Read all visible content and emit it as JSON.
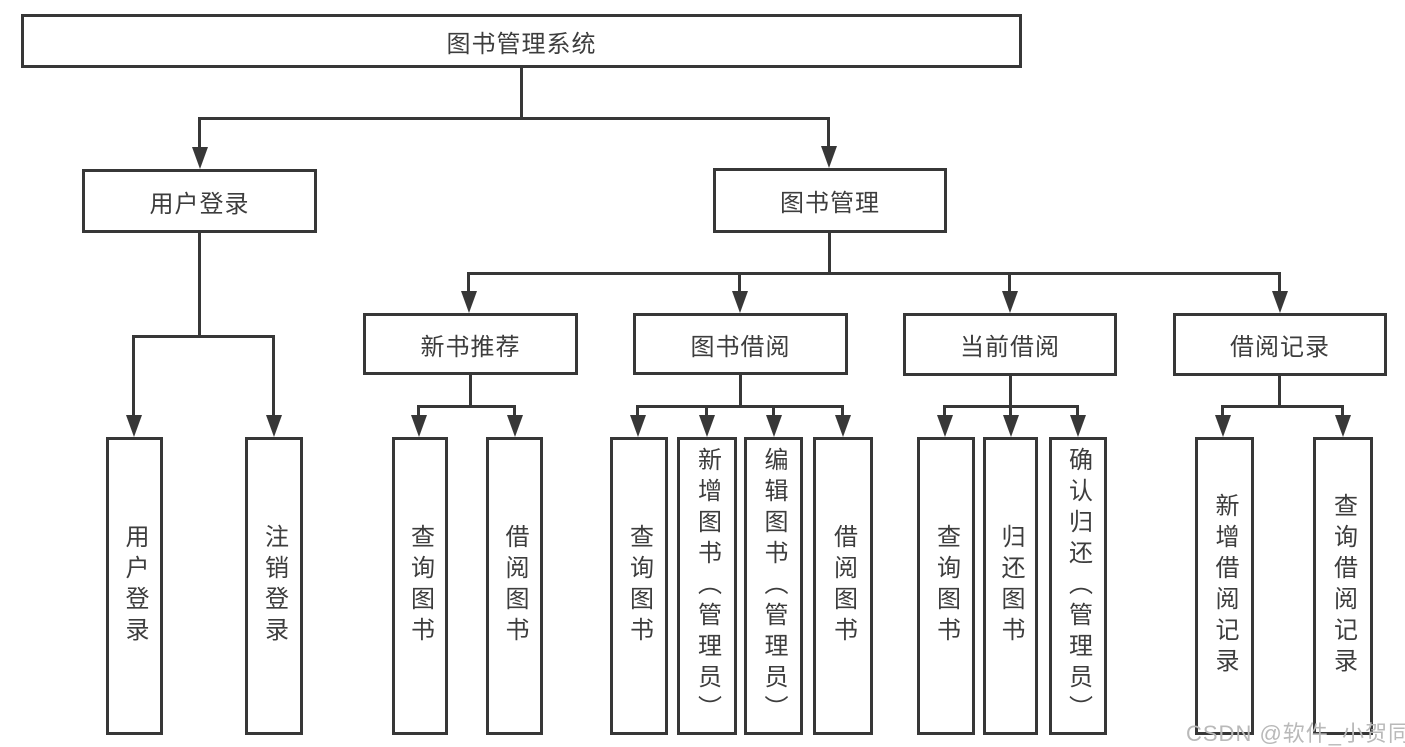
{
  "nodes": {
    "root": "图书管理系统",
    "user_login": "用户登录",
    "book_management": "图书管理",
    "new_book_recommend": "新书推荐",
    "book_borrowing": "图书借阅",
    "current_borrowing": "当前借阅",
    "borrowing_records": "借阅记录",
    "leaf_user_login": "用户登录",
    "leaf_logout": "注销登录",
    "leaf_nbr_query_books": "查询图书",
    "leaf_nbr_borrow_books": "借阅图书",
    "leaf_bb_query_books": "查询图书",
    "leaf_bb_add_books_admin": "新增图书（管理员）",
    "leaf_bb_edit_books_admin": "编辑图书（管理员）",
    "leaf_bb_borrow_books": "借阅图书",
    "leaf_cb_query_books": "查询图书",
    "leaf_cb_return_books": "归还图书",
    "leaf_cb_confirm_return_admin": "确认归还（管理员）",
    "leaf_br_add_record": "新增借阅记录",
    "leaf_br_query_record": "查询借阅记录"
  },
  "watermark": "CSDN @软件_小贺同学",
  "colors": {
    "line": "#373737",
    "text": "#3d3d3d",
    "watermark": "#b9b9b9",
    "background": "#ffffff"
  }
}
